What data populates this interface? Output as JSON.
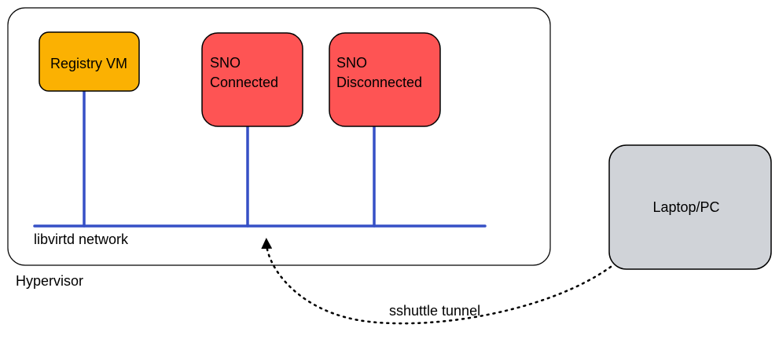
{
  "diagram": {
    "hypervisor_label": "Hypervisor",
    "network_label": "libvirtd network",
    "nodes": {
      "registry": {
        "label": "Registry VM",
        "fill": "#FBB102"
      },
      "sno_connected": {
        "line1": "SNO",
        "line2": "Connected",
        "fill": "#FE5454"
      },
      "sno_disconnected": {
        "line1": "SNO",
        "line2": "Disconnected",
        "fill": "#FE5454"
      },
      "laptop": {
        "label": "Laptop/PC",
        "fill": "#D0D3D8"
      }
    },
    "tunnel_label": "sshuttle tunnel",
    "colors": {
      "network": "#3650C6",
      "outline": "#000000"
    }
  }
}
